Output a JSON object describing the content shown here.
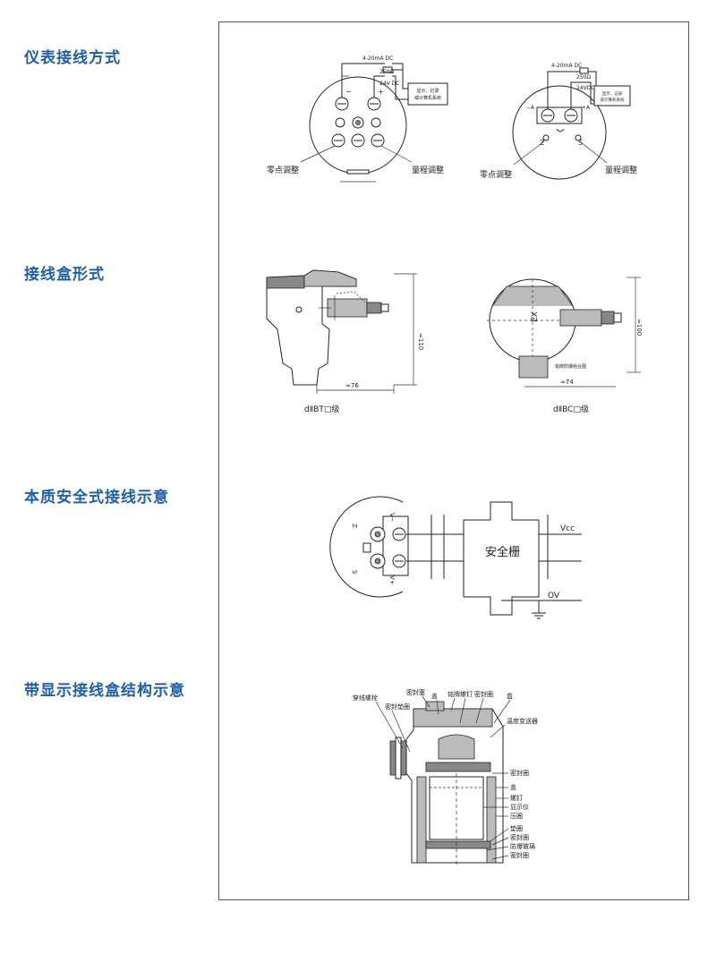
{
  "sections": {
    "wiring_method": "仪表接线方式",
    "junction_box_type": "接线盒形式",
    "intrinsic_safety_wiring": "本质安全式接线示意",
    "display_box_structure": "带显示接线盒结构示意"
  },
  "wiring_left": {
    "signal": "4-20mA DC",
    "resistor": "250Ω",
    "supply": "24V DC",
    "display_box": "显示、记录\n或计算机系统",
    "zero_adjust": "零点调整",
    "range_adjust": "量程调整",
    "minus_sign": "−",
    "plus_sign": "+"
  },
  "wiring_right": {
    "signal": "4-20mA DC",
    "resistor": "250Ω",
    "supply": "24VDC",
    "display_box": "显示、记录\n或计算机系统",
    "zero_adjust": "零点调整",
    "range_adjust": "量程调整",
    "z_label": "Z",
    "s_label": "S",
    "minus_label": "−A",
    "plus_label": "+A"
  },
  "box_left": {
    "width_dim": "≈76",
    "height_dim": "≈110",
    "caption": "dⅡBT□级"
  },
  "box_right": {
    "width_dim": "≈74",
    "height_dim": "≈100",
    "ex_label": "EX",
    "nameplate": "铭牌防爆组合图",
    "caption": "dⅡBC□级"
  },
  "safety_wiring": {
    "barrier": "安全栅",
    "vcc": "Vcc",
    "ov": "OV",
    "z_label": "Z",
    "s_label": "S",
    "v_minus": "V−",
    "v_plus": "V+"
  },
  "structure": {
    "labels_top": [
      "穿线螺栓",
      "密封塞",
      "密封垫圈",
      "盖",
      "铭牌",
      "螺钉",
      "密封圈",
      "盒"
    ],
    "labels_right": [
      "温度变送器",
      "密封圈",
      "盖",
      "螺钉",
      "显示仪",
      "压圈",
      "垫圈",
      "密封圈",
      "防爆玻璃",
      "密封圈"
    ]
  }
}
